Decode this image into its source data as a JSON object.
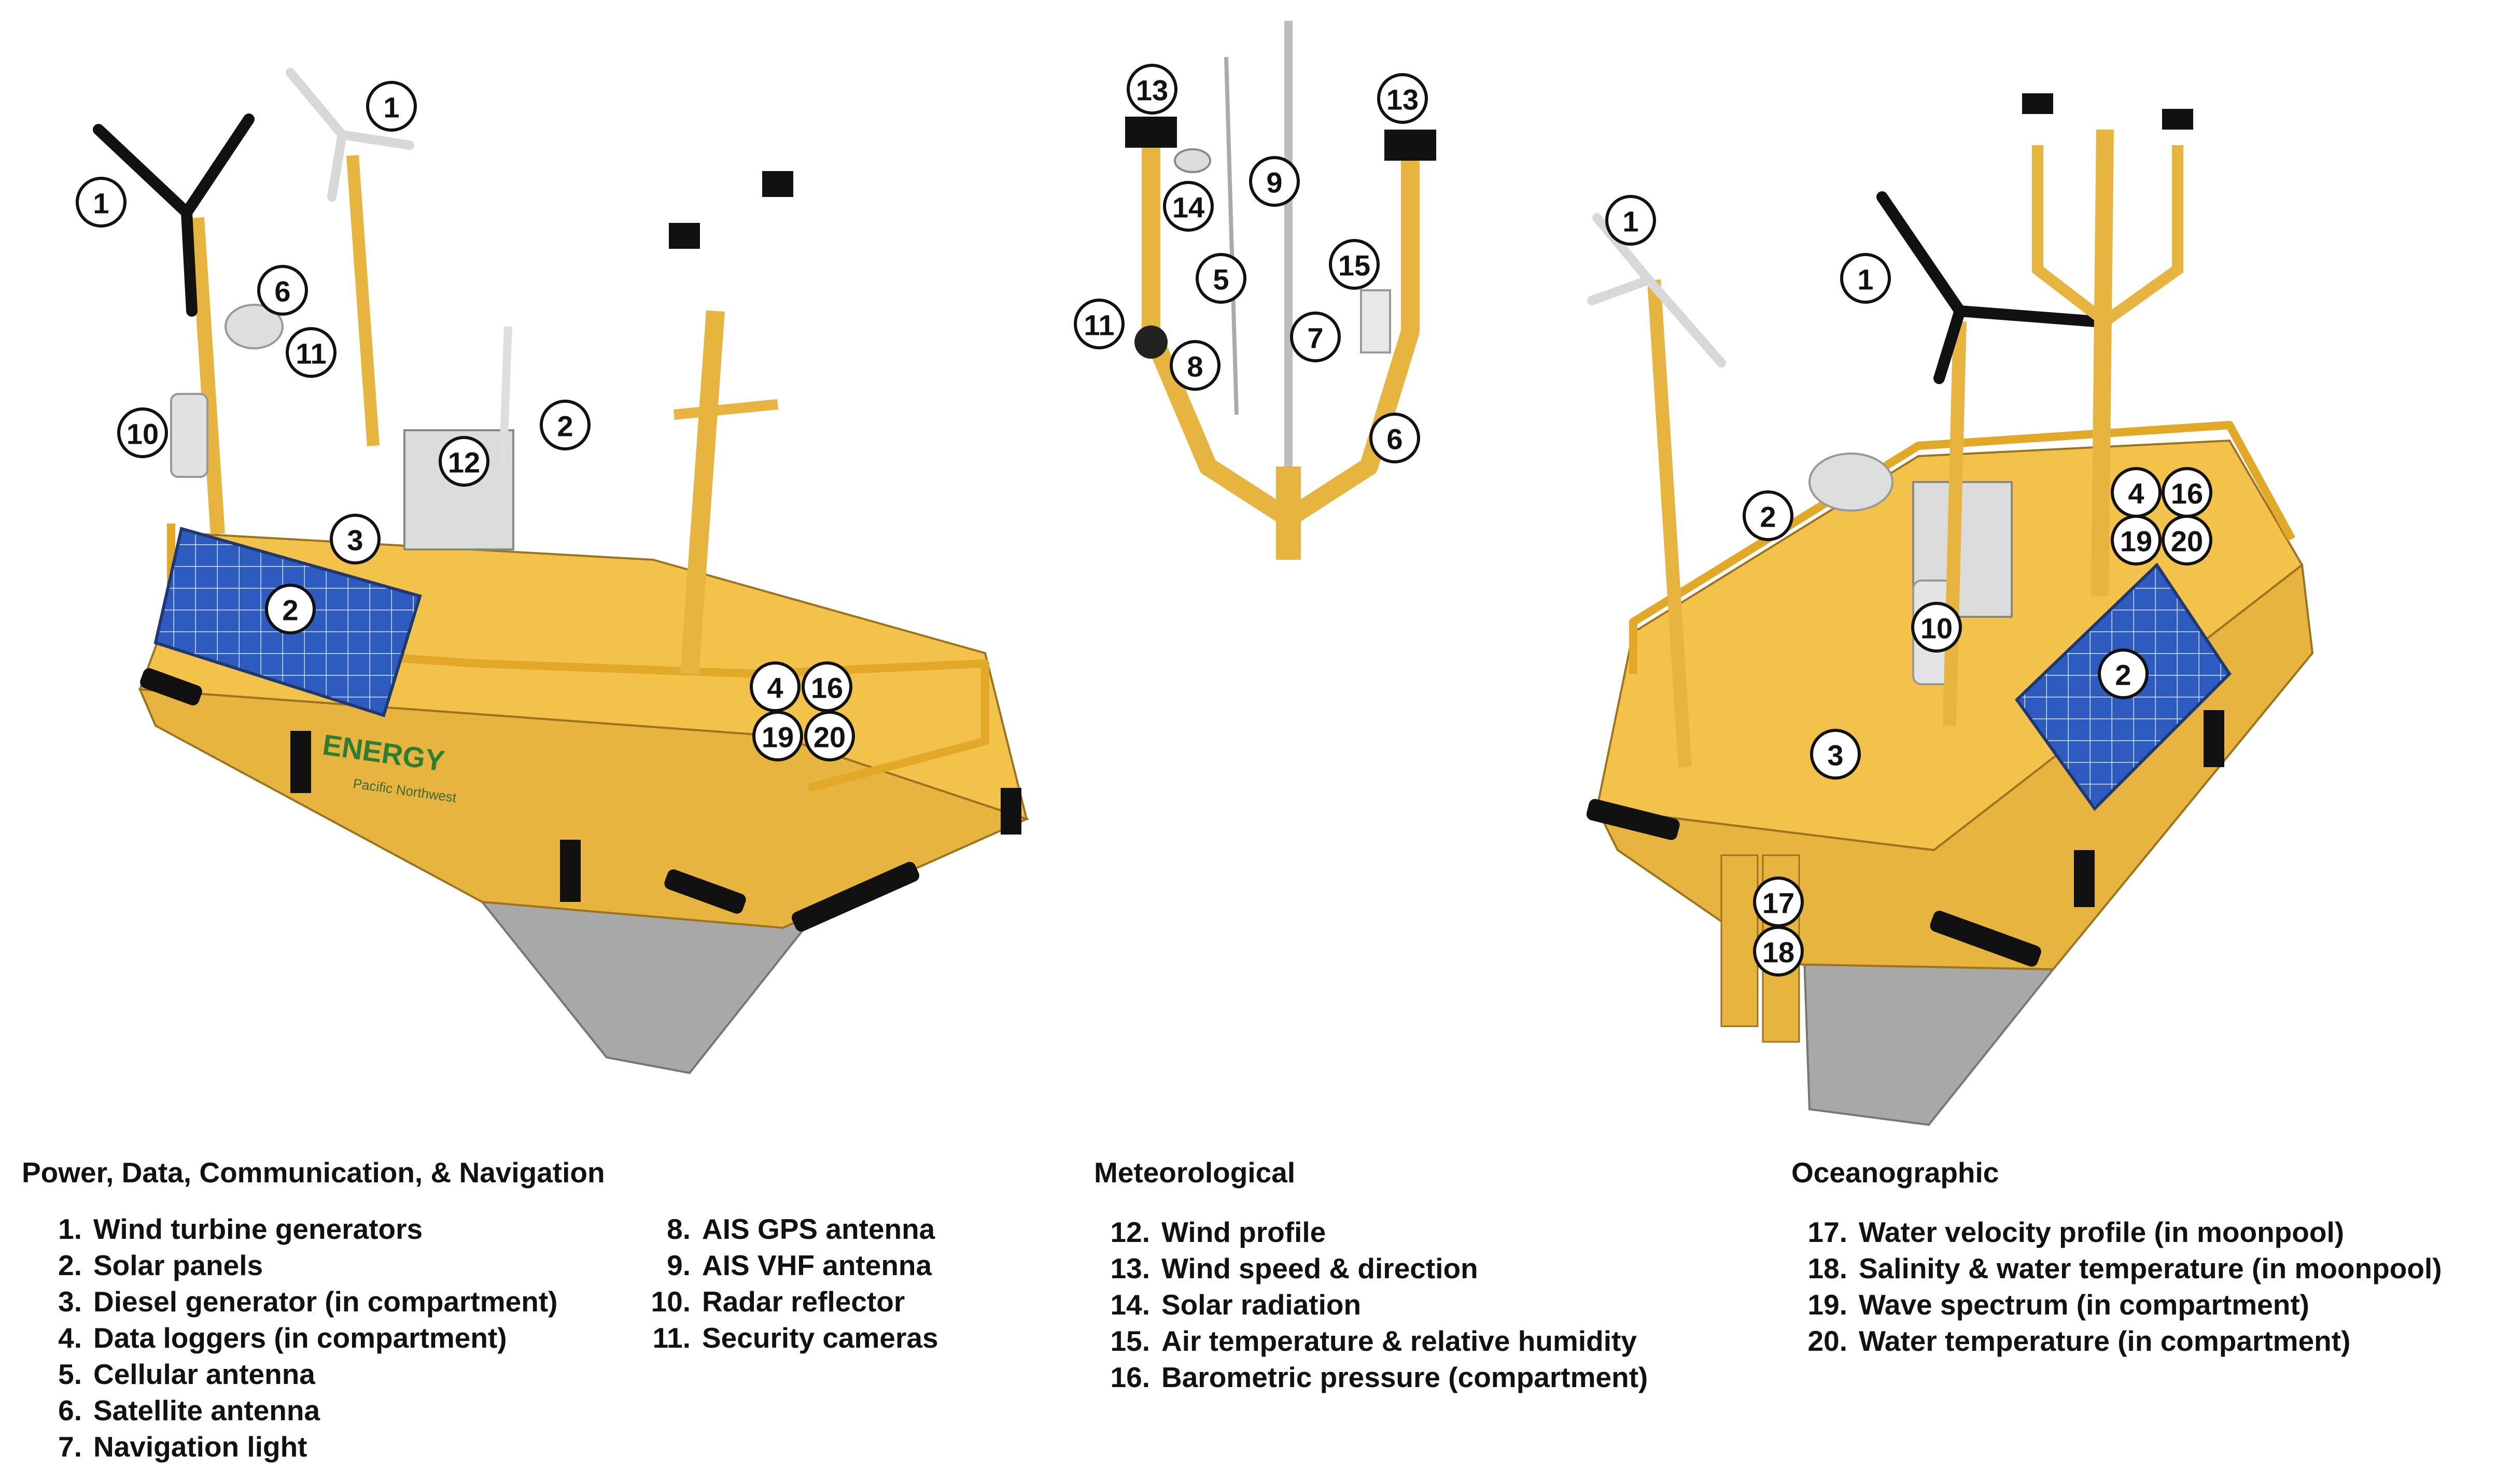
{
  "callouts": {
    "left": [
      {
        "n": "1"
      },
      {
        "n": "1"
      },
      {
        "n": "6"
      },
      {
        "n": "11"
      },
      {
        "n": "10"
      },
      {
        "n": "12"
      },
      {
        "n": "2"
      },
      {
        "n": "3"
      },
      {
        "n": "2"
      },
      {
        "n": "4"
      },
      {
        "n": "16"
      },
      {
        "n": "19"
      },
      {
        "n": "20"
      }
    ],
    "middle": [
      {
        "n": "13"
      },
      {
        "n": "13"
      },
      {
        "n": "14"
      },
      {
        "n": "9"
      },
      {
        "n": "5"
      },
      {
        "n": "15"
      },
      {
        "n": "11"
      },
      {
        "n": "8"
      },
      {
        "n": "7"
      },
      {
        "n": "6"
      }
    ],
    "right": [
      {
        "n": "1"
      },
      {
        "n": "1"
      },
      {
        "n": "2"
      },
      {
        "n": "4"
      },
      {
        "n": "16"
      },
      {
        "n": "19"
      },
      {
        "n": "20"
      },
      {
        "n": "10"
      },
      {
        "n": "2"
      },
      {
        "n": "3"
      },
      {
        "n": "17"
      },
      {
        "n": "18"
      }
    ]
  },
  "hull_text": {
    "brand": "ENERGY",
    "sub": "Pacific Northwest"
  },
  "colors": {
    "hull": "#f2c24a",
    "hull_dark": "#c8962b",
    "keel": "#a8a8a8",
    "panel": "#2d5bbf",
    "fender": "#111111",
    "white": "#ececec"
  },
  "legend": {
    "power": {
      "title": "Power, Data, Communication, & Navigation",
      "col1": [
        {
          "num": "1.",
          "label": "Wind turbine generators"
        },
        {
          "num": "2.",
          "label": "Solar panels"
        },
        {
          "num": "3.",
          "label": "Diesel generator (in compartment)"
        },
        {
          "num": "4.",
          "label": "Data loggers (in compartment)"
        },
        {
          "num": "5.",
          "label": "Cellular antenna"
        },
        {
          "num": "6.",
          "label": "Satellite antenna"
        },
        {
          "num": "7.",
          "label": "Navigation light"
        }
      ],
      "col2": [
        {
          "num": "8.",
          "label": "AIS GPS antenna"
        },
        {
          "num": "9.",
          "label": "AIS VHF antenna"
        },
        {
          "num": "10.",
          "label": "Radar reflector"
        },
        {
          "num": "11.",
          "label": "Security cameras"
        }
      ]
    },
    "met": {
      "title": "Meteorological",
      "items": [
        {
          "num": "12.",
          "label": "Wind profile"
        },
        {
          "num": "13.",
          "label": "Wind speed & direction"
        },
        {
          "num": "14.",
          "label": "Solar radiation"
        },
        {
          "num": "15.",
          "label": "Air temperature & relative humidity"
        },
        {
          "num": "16.",
          "label": "Barometric pressure (compartment)"
        }
      ]
    },
    "ocean": {
      "title": "Oceanographic",
      "items": [
        {
          "num": "17.",
          "label": "Water velocity profile (in moonpool)"
        },
        {
          "num": "18.",
          "label": "Salinity & water temperature (in moonpool)"
        },
        {
          "num": "19.",
          "label": "Wave spectrum (in compartment)"
        },
        {
          "num": "20.",
          "label": "Water temperature (in compartment)"
        }
      ]
    }
  }
}
